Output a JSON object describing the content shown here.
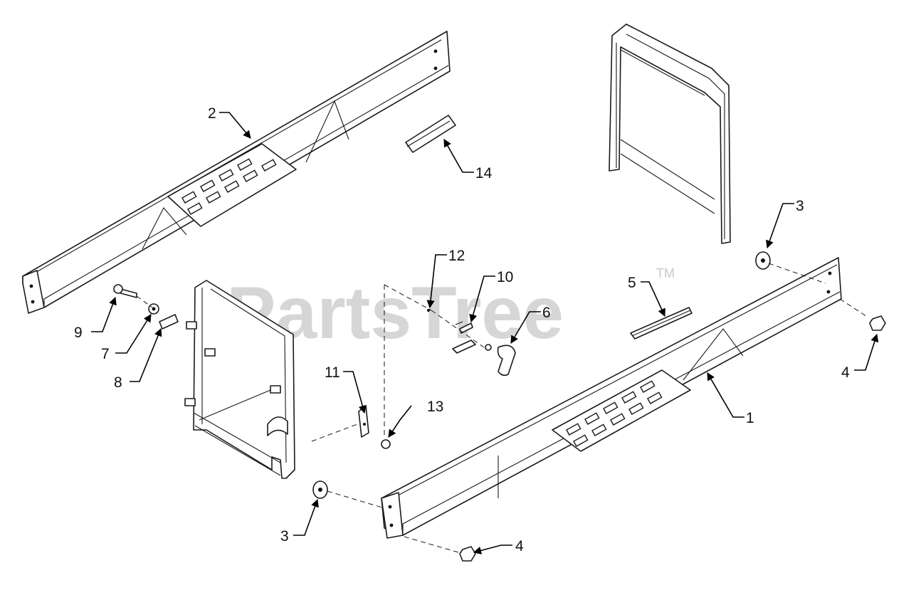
{
  "watermark": {
    "text": "PartsTree",
    "trademark": "TM",
    "color": "#c9c9c9"
  },
  "callouts": [
    {
      "id": "c1",
      "label": "1"
    },
    {
      "id": "c2",
      "label": "2"
    },
    {
      "id": "c3a",
      "label": "3"
    },
    {
      "id": "c3b",
      "label": "3"
    },
    {
      "id": "c4a",
      "label": "4"
    },
    {
      "id": "c4b",
      "label": "4"
    },
    {
      "id": "c5",
      "label": "5"
    },
    {
      "id": "c6",
      "label": "6"
    },
    {
      "id": "c7",
      "label": "7"
    },
    {
      "id": "c8",
      "label": "8"
    },
    {
      "id": "c9",
      "label": "9"
    },
    {
      "id": "c10",
      "label": "10"
    },
    {
      "id": "c11",
      "label": "11"
    },
    {
      "id": "c12",
      "label": "12"
    },
    {
      "id": "c13",
      "label": "13"
    },
    {
      "id": "c14",
      "label": "14"
    }
  ],
  "colors": {
    "line": "#1a1a1a",
    "background": "#ffffff"
  }
}
